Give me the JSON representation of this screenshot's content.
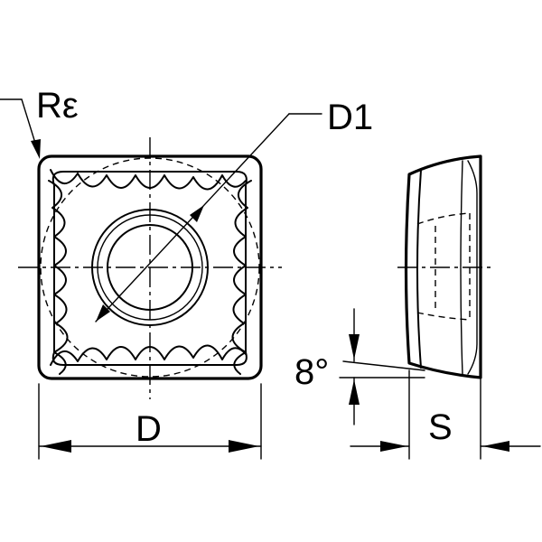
{
  "labels": {
    "corner_radius": "Rε",
    "inscribed_diameter": "D1",
    "width": "D",
    "clearance_angle": "8°",
    "thickness": "S"
  }
}
